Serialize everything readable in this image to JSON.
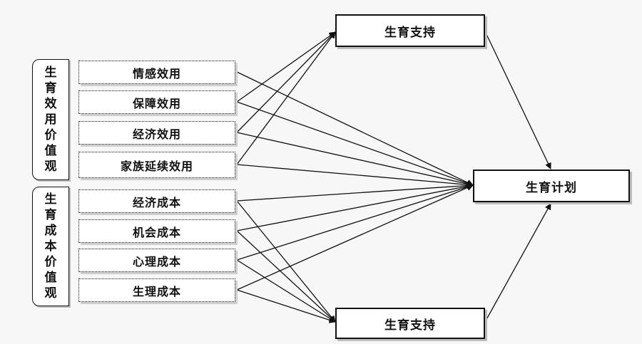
{
  "groups": {
    "utility": "生育效用价值观",
    "cost": "生育成本价值观"
  },
  "factors": {
    "emotional": "情感效用",
    "security": "保障效用",
    "economic_utility": "经济效用",
    "family": "家族延续效用",
    "economic_cost": "经济成本",
    "opportunity": "机会成本",
    "psychological": "心理成本",
    "physiological": "生理成本"
  },
  "support_top": "生育支持",
  "support_bottom": "生育支持",
  "plan": "生育计划",
  "colors": {
    "line": "#111111",
    "box_border": "#111111",
    "shadow": "#bdbdbd"
  }
}
